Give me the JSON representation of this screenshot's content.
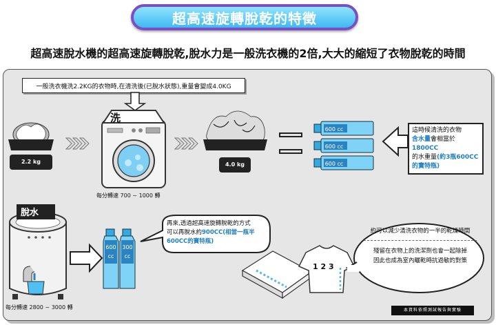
{
  "title": "超高速旋轉脫乾的特徵",
  "subtitle": "超高速脫水機的超高速旋轉脫乾,脫水力是一般洗衣機的2倍,大大的縮短了衣物脫乾的時間",
  "top_note": "一般洗衣機洗2.2KG的衣物時,在清洗後(已脫水狀態),重量會變成4.0KG",
  "scale_before": "2.2 kg",
  "scale_after": "4.0 kg",
  "washer_label": "洗",
  "washer_caption": "每分轉速 700 ~ 1000 轉",
  "bottle_label": "600 cc",
  "right_bubble": {
    "line1": "這時候清洗的衣物",
    "hl1": "含水量",
    "line2": "會相當於",
    "hl2": "1800CC",
    "line3": "的水重量",
    "hl3": "(約3瓶600CC的寶特瓶)"
  },
  "dryer_label": "脫水",
  "dryer_caption": "每分轉速 2800 ~ 3000 轉",
  "small_bottles": [
    "600 cc",
    "300 cc"
  ],
  "mid_bubble": {
    "line1": "再來,透過超高速旋轉脫乾的方式",
    "line2": "可以再脫水約",
    "hl1": "900CC",
    "hl2": "(相當一瓶半600CC的寶特瓶)"
  },
  "shirt_text": "1 2 3",
  "right_bubble2": {
    "top": "約可以減少清洗衣物的一半的乾燥時間",
    "bottom1": "殘留在衣物上的洗潔劑也會一起除掉",
    "bottom2": "因此也成為室內曬乾時抗過敏的對策"
  },
  "footer_mark": "本資料依照測試報告與實驗",
  "colors": {
    "accent": "#3fb9f0",
    "pill_border": "#7b4fc3",
    "highlight": "#1f7fc0"
  }
}
